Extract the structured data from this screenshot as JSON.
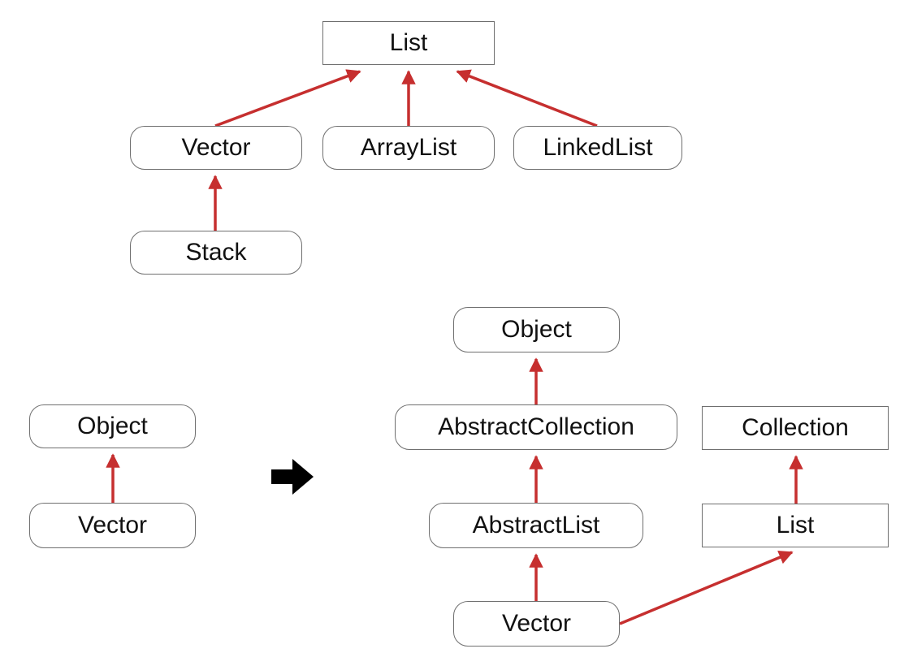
{
  "colors": {
    "edge": "#c62f2f",
    "border": "#6f6f6f",
    "text": "#111111",
    "transform_arrow": "#000000"
  },
  "top_tree": {
    "list": "List",
    "vector": "Vector",
    "arraylist": "ArrayList",
    "linkedlist": "LinkedList",
    "stack": "Stack"
  },
  "left_tree": {
    "object": "Object",
    "vector": "Vector"
  },
  "transform_arrow_icon": "right-arrow-icon",
  "right_tree": {
    "object": "Object",
    "abstract_collection": "AbstractCollection",
    "abstract_list": "AbstractList",
    "vector": "Vector",
    "collection": "Collection",
    "list": "List"
  },
  "edges": [
    {
      "from": "Vector",
      "to": "List"
    },
    {
      "from": "ArrayList",
      "to": "List"
    },
    {
      "from": "LinkedList",
      "to": "List"
    },
    {
      "from": "Stack",
      "to": "Vector"
    },
    {
      "from": "Vector",
      "to": "Object"
    },
    {
      "from": "AbstractCollection",
      "to": "Object"
    },
    {
      "from": "AbstractList",
      "to": "AbstractCollection"
    },
    {
      "from": "Vector",
      "to": "AbstractList"
    },
    {
      "from": "List",
      "to": "Collection"
    },
    {
      "from": "Vector",
      "to": "List"
    }
  ]
}
